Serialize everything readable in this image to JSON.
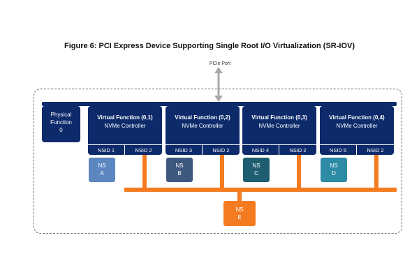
{
  "title": "Figure 6: PCI Express Device Supporting Single Root I/O Virtualization (SR-IOV)",
  "port_label": "PCIe Port",
  "physical_function": {
    "line1": "Physical",
    "line2": "Function",
    "line3": "0"
  },
  "virtual_functions": [
    {
      "title": "Virtual Function (0,1)",
      "subtitle": "NVMe Controller",
      "nsid_left": "NSID 1",
      "nsid_right": "NSID 2"
    },
    {
      "title": "Virtual Function (0,2)",
      "subtitle": "NVMe Controller",
      "nsid_left": "NSID 3",
      "nsid_right": "NSID 2"
    },
    {
      "title": "Virtual Function (0,3)",
      "subtitle": "NVMe Controller",
      "nsid_left": "NSID 4",
      "nsid_right": "NSID 2"
    },
    {
      "title": "Virtual Function (0,4)",
      "subtitle": "NVMe Controller",
      "nsid_left": "NSID 5",
      "nsid_right": "NSID 2"
    }
  ],
  "namespaces": [
    {
      "line1": "NS",
      "line2": "A",
      "color": "#5b86c0"
    },
    {
      "line1": "NS",
      "line2": "B",
      "color": "#3f587f"
    },
    {
      "line1": "NS",
      "line2": "C",
      "color": "#1f5e70"
    },
    {
      "line1": "NS",
      "line2": "D",
      "color": "#2d8ba5"
    }
  ],
  "shared_namespace": {
    "line1": "NS",
    "line2": "E",
    "color": "#f47b20"
  },
  "colors": {
    "bus": "#0d2a6b",
    "shared_link": "#f47b20",
    "frame": "#6b6b6b"
  }
}
